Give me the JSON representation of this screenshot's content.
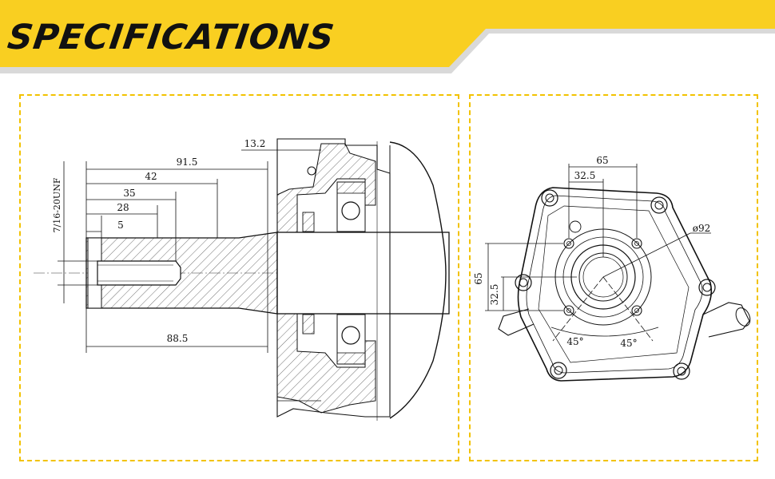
{
  "header": {
    "title": "SPECIFICATIONS",
    "accent_color": "#f9cf21",
    "band_color": "#d9d9d9"
  },
  "shaft_drawing": {
    "thread_label": "7/16-20UNF",
    "dims": {
      "d13_2": "13.2",
      "d91_5": "91.5",
      "d42": "42",
      "d35": "35",
      "d28": "28",
      "d5": "5",
      "d88_5": "88.5"
    }
  },
  "cover_drawing": {
    "dims": {
      "d65_top": "65",
      "d32_5_top": "32.5",
      "d92": "ø92",
      "d65_side": "65",
      "d32_5_side": "32.5",
      "a45_left": "45°",
      "a45_right": "45°"
    }
  }
}
